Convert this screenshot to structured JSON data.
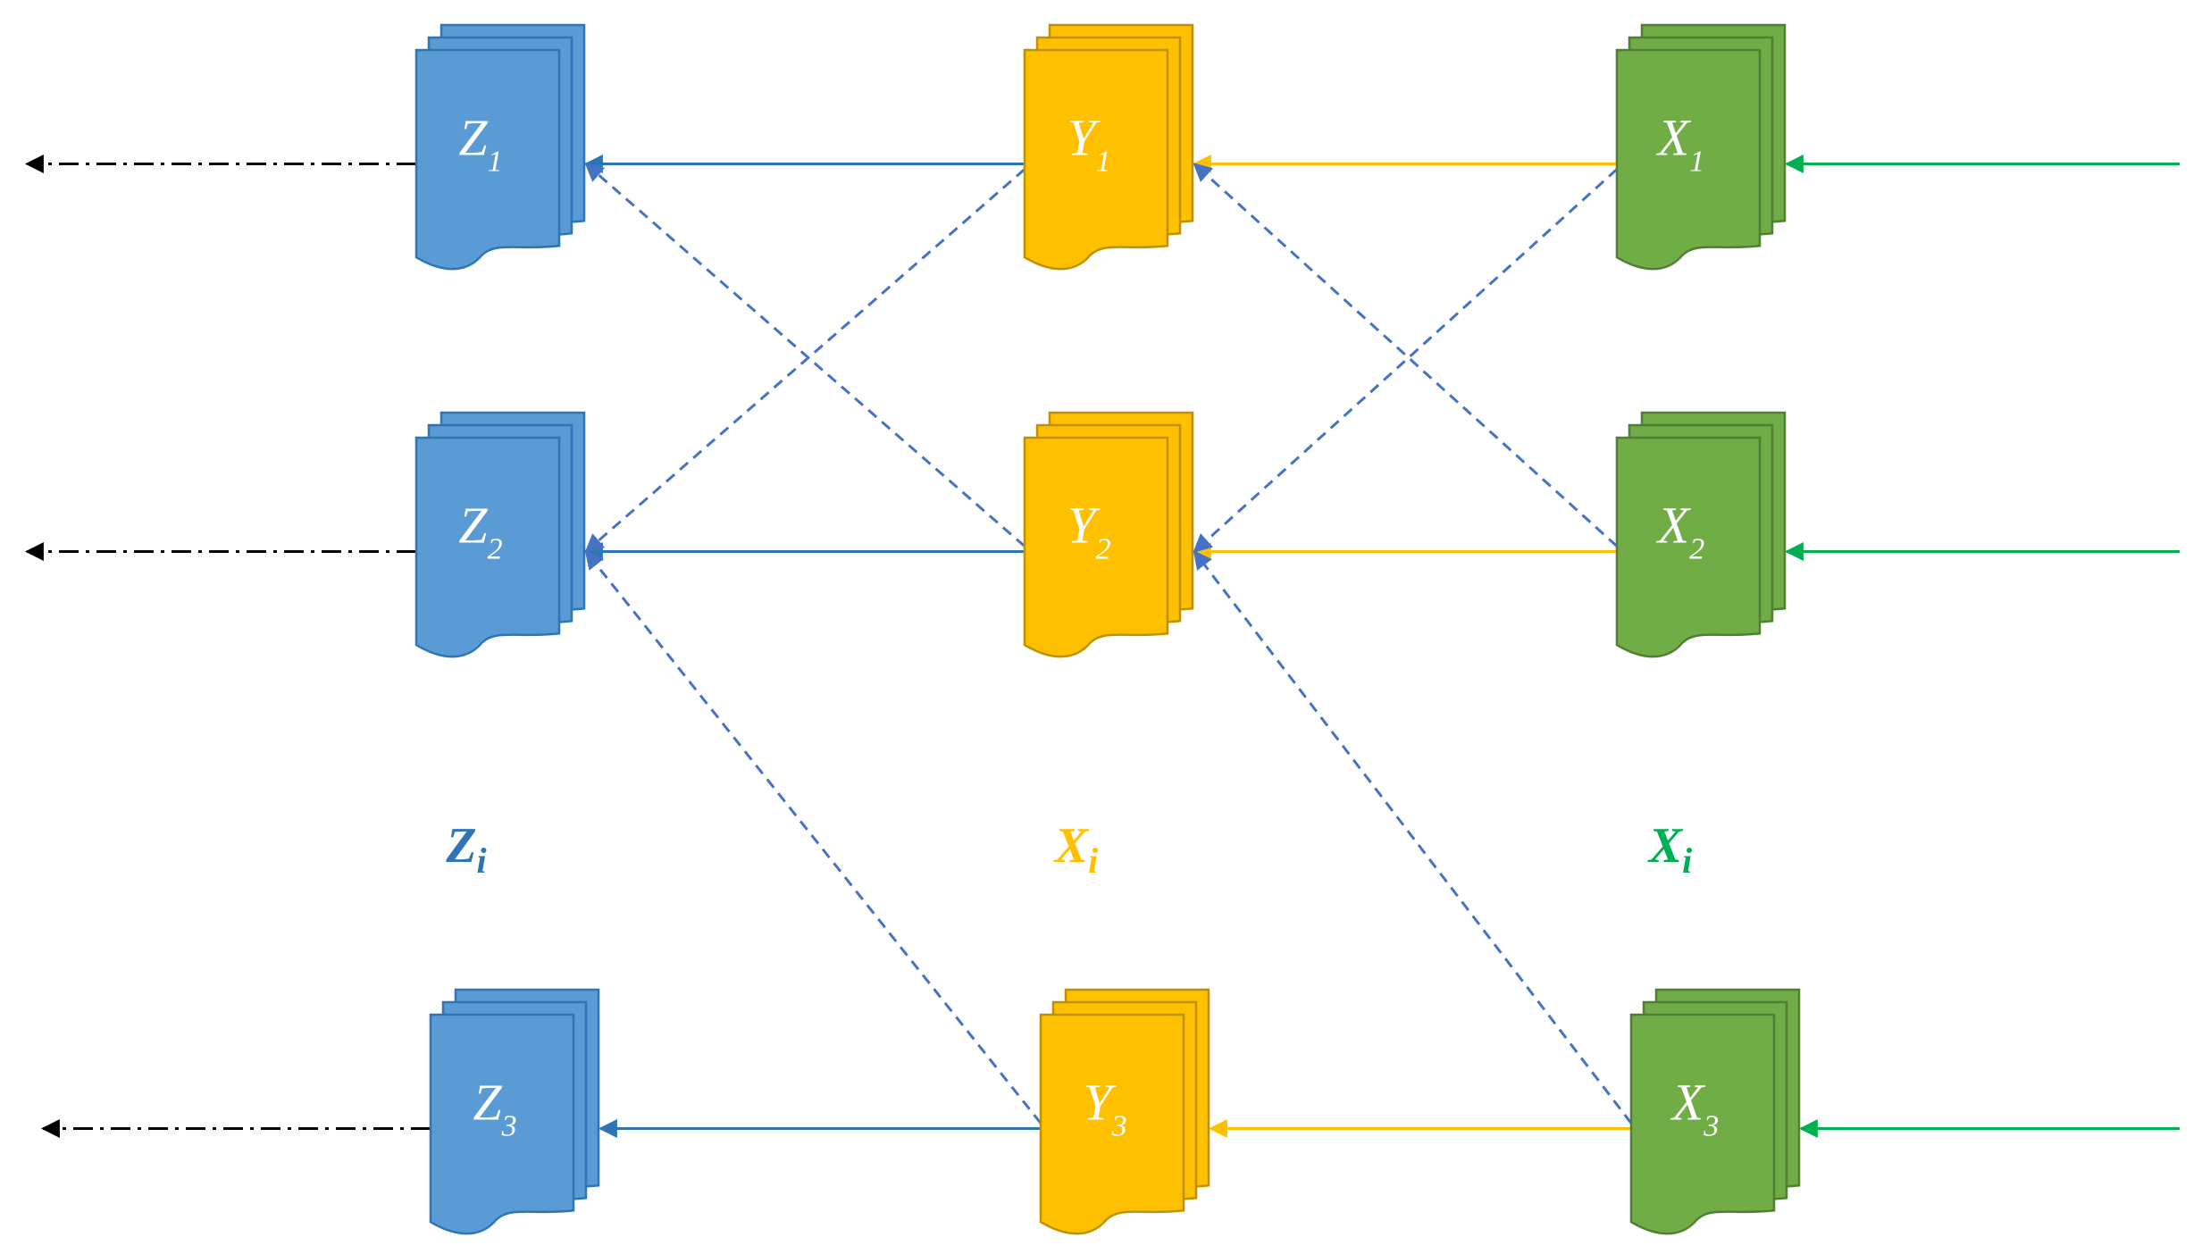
{
  "colors": {
    "z": {
      "fill": "#5b9bd5",
      "stroke": "#2e75b6",
      "arrow": "#2e75b6"
    },
    "y": {
      "fill": "#ffc000",
      "stroke": "#bf9000",
      "arrow": "#ffc000"
    },
    "x": {
      "fill": "#70ad47",
      "stroke": "#507e32",
      "arrow": "#00b050"
    },
    "dashed": "#4472c4",
    "output": "#000000"
  },
  "nodes": [
    {
      "id": "z1",
      "group": "z",
      "letter": "Z",
      "sub": "1"
    },
    {
      "id": "z2",
      "group": "z",
      "letter": "Z",
      "sub": "2"
    },
    {
      "id": "z3",
      "group": "z",
      "letter": "Z",
      "sub": "3"
    },
    {
      "id": "y1",
      "group": "y",
      "letter": "Y",
      "sub": "1"
    },
    {
      "id": "y2",
      "group": "y",
      "letter": "Y",
      "sub": "2"
    },
    {
      "id": "y3",
      "group": "y",
      "letter": "Y",
      "sub": "3"
    },
    {
      "id": "x1",
      "group": "x",
      "letter": "X",
      "sub": "1"
    },
    {
      "id": "x2",
      "group": "x",
      "letter": "X",
      "sub": "2"
    },
    {
      "id": "x3",
      "group": "x",
      "letter": "X",
      "sub": "3"
    }
  ],
  "column_labels": [
    {
      "id": "z",
      "letter": "Z",
      "sub": "i",
      "color": "#2e75b6"
    },
    {
      "id": "y",
      "letter": "X",
      "sub": "i",
      "color": "#ffc000"
    },
    {
      "id": "x",
      "letter": "X",
      "sub": "i",
      "color": "#00b050"
    }
  ],
  "edges": [
    {
      "from": "y1",
      "to": "z1",
      "style": "solid",
      "group": "z"
    },
    {
      "from": "y2",
      "to": "z2",
      "style": "solid",
      "group": "z"
    },
    {
      "from": "y3",
      "to": "z3",
      "style": "solid",
      "group": "z"
    },
    {
      "from": "x1",
      "to": "y1",
      "style": "solid",
      "group": "y"
    },
    {
      "from": "x2",
      "to": "y2",
      "style": "solid",
      "group": "y"
    },
    {
      "from": "x3",
      "to": "y3",
      "style": "solid",
      "group": "y"
    },
    {
      "from": "y2",
      "to": "z1",
      "style": "dashed"
    },
    {
      "from": "y1",
      "to": "z2",
      "style": "dashed"
    },
    {
      "from": "y3",
      "to": "z2",
      "style": "dashed"
    },
    {
      "from": "x2",
      "to": "y1",
      "style": "dashed"
    },
    {
      "from": "x1",
      "to": "y2",
      "style": "dashed"
    },
    {
      "from": "x3",
      "to": "y2",
      "style": "dashed"
    }
  ]
}
